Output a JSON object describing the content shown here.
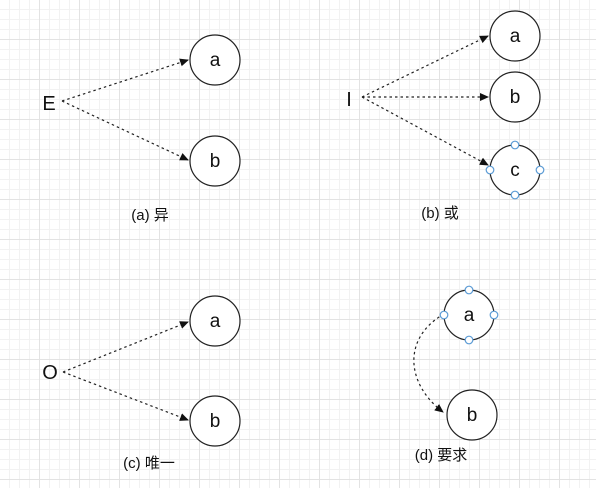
{
  "panels": {
    "a": {
      "source": "E",
      "nodes": [
        "a",
        "b"
      ],
      "caption": "(a) 异"
    },
    "b": {
      "source": "I",
      "nodes": [
        "a",
        "b",
        "c"
      ],
      "caption": "(b) 或"
    },
    "c": {
      "source": "O",
      "nodes": [
        "a",
        "b"
      ],
      "caption": "(c) 唯一"
    },
    "d": {
      "nodes": [
        "a",
        "b"
      ],
      "caption": "(d) 要求"
    }
  },
  "colors": {
    "line": "#222222",
    "selection_handle": "#5b9bd5",
    "grid": "#e3e3e3"
  }
}
